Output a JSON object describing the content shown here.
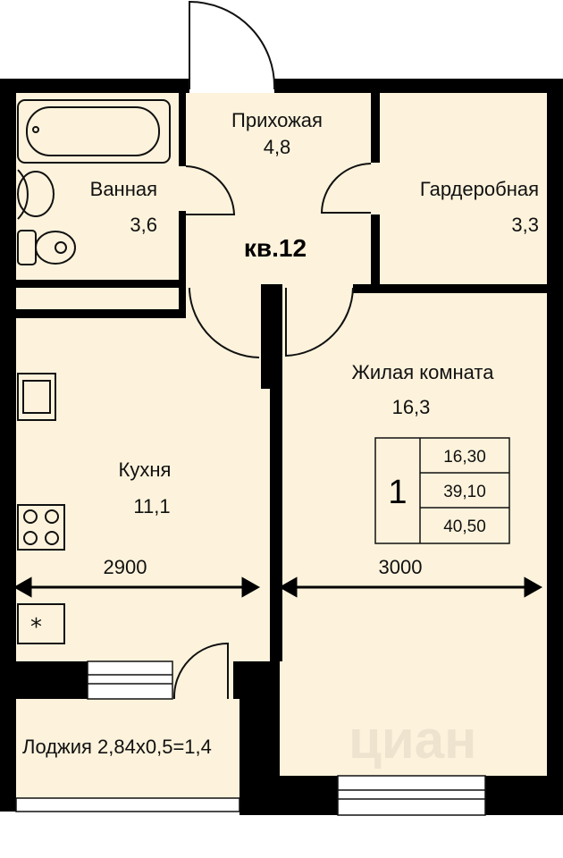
{
  "apartment": {
    "label": "кв.12"
  },
  "rooms": [
    {
      "name": "Прихожая",
      "area": "4,8"
    },
    {
      "name": "Ванная",
      "area": "3,6"
    },
    {
      "name": "Гардеробная",
      "area": "3,3"
    },
    {
      "name": "Жилая комната",
      "area": "16,3"
    },
    {
      "name": "Кухня",
      "area": "11,1"
    },
    {
      "name": "Лоджия 2,84х0,5=1,4"
    }
  ],
  "dimensions": {
    "kitchen_width": "2900",
    "living_width": "3000"
  },
  "summary_table": {
    "rooms_count": "1",
    "living_area": "16,30",
    "total_area_without_loggia": "39,10",
    "total_area": "40,50"
  },
  "watermark": "циан",
  "colors": {
    "floor": "#fdf3dc",
    "wall": "#000000"
  }
}
